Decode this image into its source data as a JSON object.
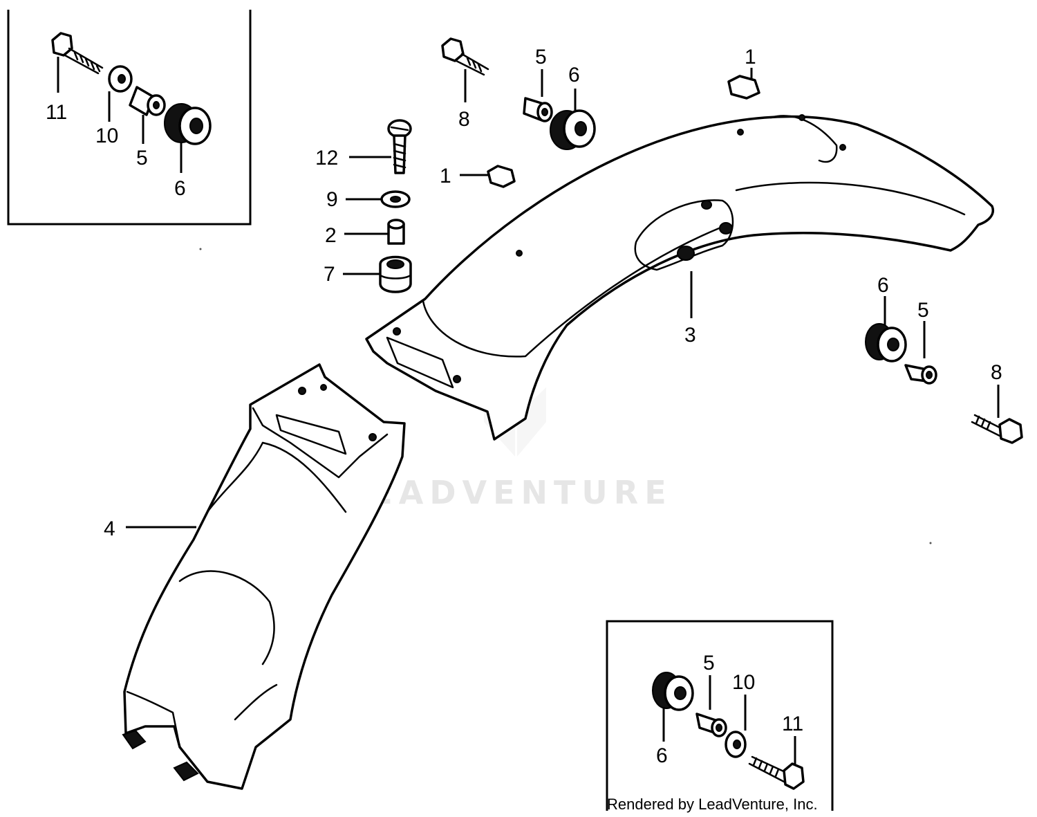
{
  "watermark": "LEADVENTURE",
  "credit": "Rendered by LeadVenture, Inc.",
  "callouts": {
    "c11a": "11",
    "c10a": "10",
    "c5a": "5",
    "c6a": "6",
    "c8a": "8",
    "c5b": "5",
    "c6b": "6",
    "c1a": "1",
    "c12": "12",
    "c1b": "1",
    "c9": "9",
    "c2": "2",
    "c7": "7",
    "c3": "3",
    "c6c": "6",
    "c5c": "5",
    "c8b": "8",
    "c4": "4",
    "c5d": "5",
    "c10b": "10",
    "c11b": "11",
    "c6d": "6"
  }
}
